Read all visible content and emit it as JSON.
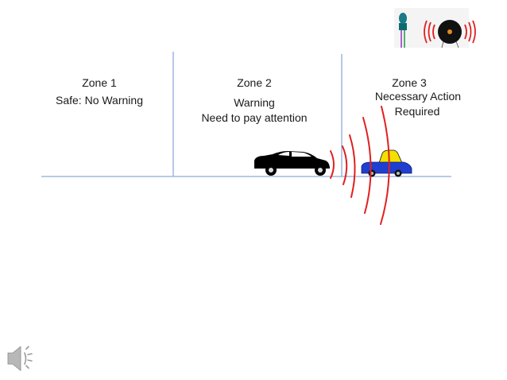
{
  "zones": [
    {
      "title": "Zone 1",
      "lines": [
        "Safe: No Warning"
      ]
    },
    {
      "title": "Zone 2",
      "lines": [
        "Warning",
        "Need to pay attention"
      ]
    },
    {
      "title": "Zone 3",
      "lines": [
        "Necessary Action",
        "Required"
      ]
    }
  ],
  "colors": {
    "zone_lines": "#8eaadb",
    "waves": "#e02020",
    "rear_car": "#000000",
    "front_car_body": "#1f3fd1",
    "front_car_roof": "#f2e000"
  },
  "icons": {
    "sensor": "ultrasonic-sensor-icon",
    "buzzer": "buzzer-icon",
    "speaker": "speaker-audio-icon"
  }
}
